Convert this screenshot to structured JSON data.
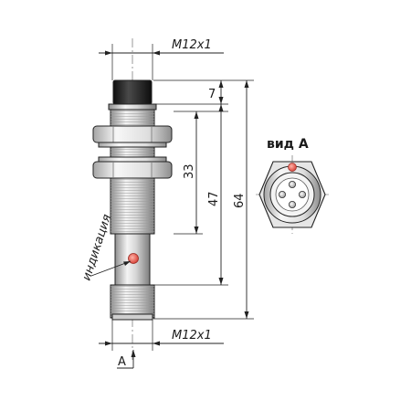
{
  "labels": {
    "thread_top": "M12x1",
    "thread_bottom": "M12x1",
    "dim_7": "7",
    "dim_33": "33",
    "dim_47": "47",
    "dim_64": "64",
    "indication": "индикация",
    "view_title": "вид А",
    "view_arrow": "A"
  },
  "colors": {
    "led": "#e0564b",
    "lens": "#1e1e1e",
    "metal_light": "#f2f2f2",
    "metal_dark": "#9a9a9a",
    "line": "#222222"
  }
}
